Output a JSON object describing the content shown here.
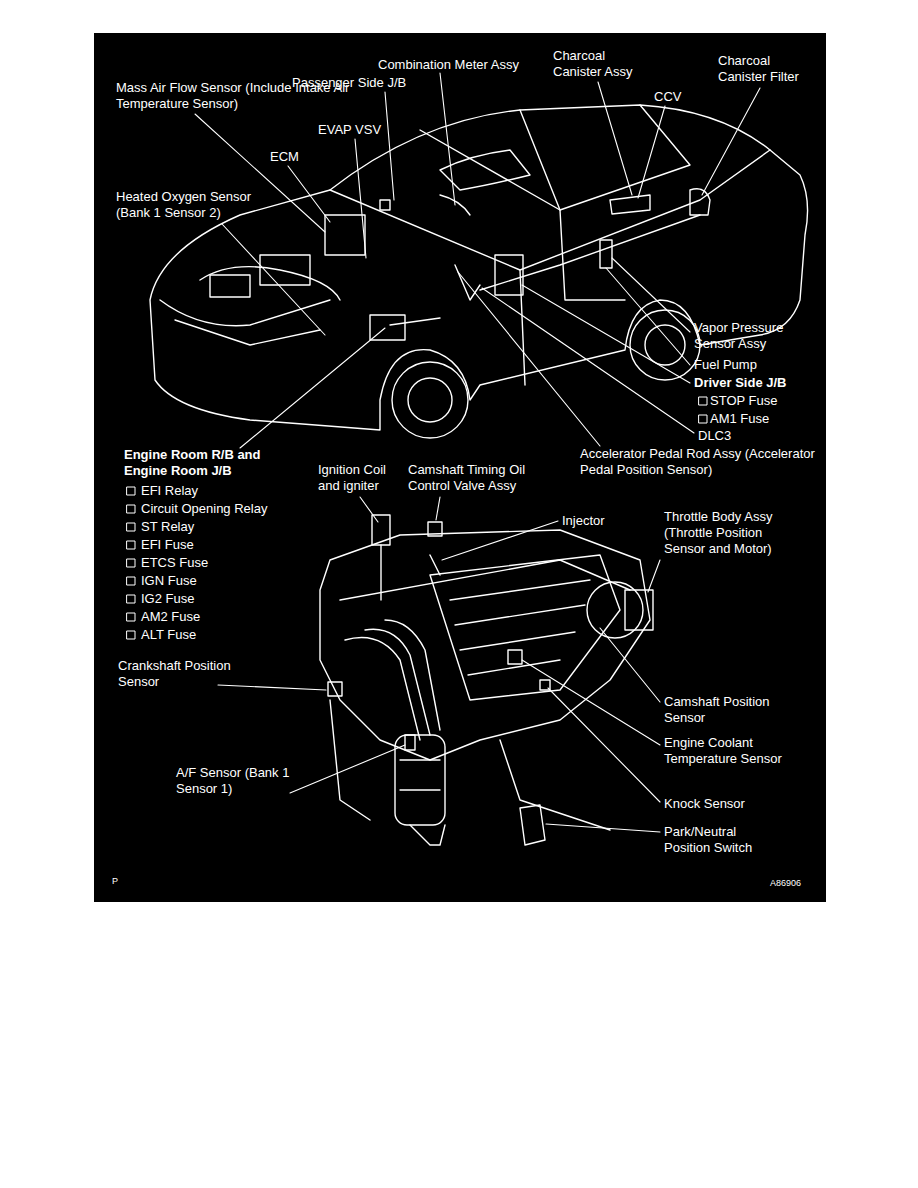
{
  "diagram": {
    "labels": [
      "Combination Meter Assy",
      "Charcoal Canister Assy",
      "Charcoal Canister Filter",
      "Mass Air Flow Sensor (Include Intake Air Temperature Sensor)",
      "Passenger Side J/B",
      "CCV",
      "EVAP VSV",
      "ECM",
      "Heated Oxygen Sensor (Bank 1 Sensor 2)",
      "Vapor Pressure Sensor Assy",
      "Fuel Pump",
      "Driver Side J/B",
      "STOP Fuse",
      "AM1 Fuse",
      "DLC3",
      "Engine Room R/B and Engine Room J/B",
      "EFI Relay",
      "Circuit Opening Relay",
      "ST Relay",
      "EFI Fuse",
      "ETCS Fuse",
      "IGN Fuse",
      "IG2 Fuse",
      "AM2 Fuse",
      "ALT Fuse",
      "Accelerator Pedal Rod Assy (Accelerator Pedal Position Sensor)",
      "Ignition Coil and igniter",
      "Camshaft Timing Oil Control Valve Assy",
      "Injector",
      "Throttle Body Assy (Throttle Position Sensor and Motor)",
      "Crankshaft Position Sensor",
      "Camshaft Position Sensor",
      "Engine Coolant Temperature Sensor",
      "A/F Sensor (Bank 1 Sensor 1)",
      "Knock Sensor",
      "Park/Neutral Position Switch",
      "P",
      "A86906"
    ]
  }
}
